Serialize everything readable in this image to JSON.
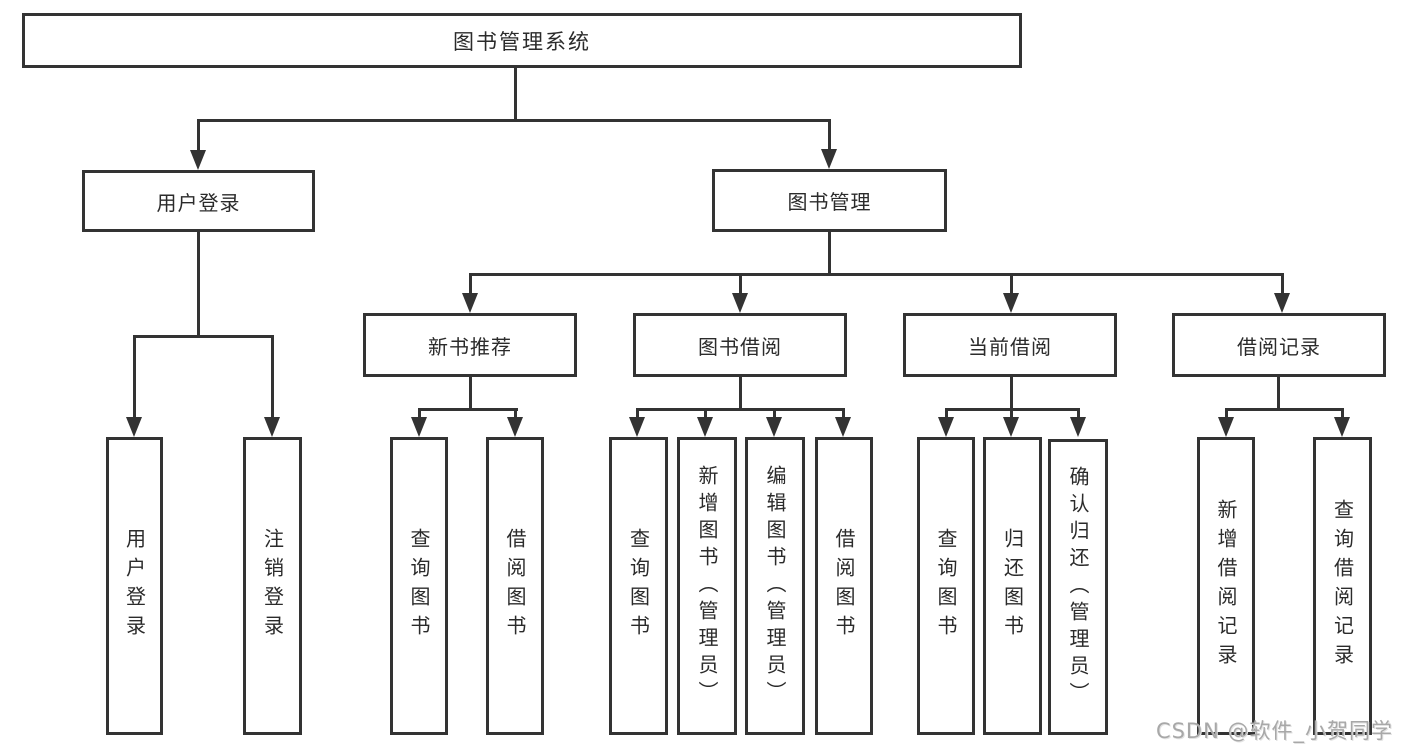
{
  "diagram": {
    "type": "functional-structure-tree",
    "background": "#ffffff",
    "line_color": "#333333",
    "text_color": "#2b2b2b",
    "watermark": {
      "text": "CSDN @软件_小贺同学",
      "color": "#a8a8a8"
    },
    "tree": {
      "label": "图书管理系统",
      "children": [
        {
          "label": "用户登录",
          "children": [
            {
              "label": "用户登录"
            },
            {
              "label": "注销登录"
            }
          ]
        },
        {
          "label": "图书管理",
          "children": [
            {
              "label": "新书推荐",
              "children": [
                {
                  "label": "查询图书"
                },
                {
                  "label": "借阅图书"
                }
              ]
            },
            {
              "label": "图书借阅",
              "children": [
                {
                  "label": "查询图书"
                },
                {
                  "label": "新增图书（管理员）"
                },
                {
                  "label": "编辑图书（管理员）"
                },
                {
                  "label": "借阅图书"
                }
              ]
            },
            {
              "label": "当前借阅",
              "children": [
                {
                  "label": "查询图书"
                },
                {
                  "label": "归还图书"
                },
                {
                  "label": "确认归还（管理员）"
                }
              ]
            },
            {
              "label": "借阅记录",
              "children": [
                {
                  "label": "新增借阅记录"
                },
                {
                  "label": "查询借阅记录"
                }
              ]
            }
          ]
        }
      ]
    }
  }
}
